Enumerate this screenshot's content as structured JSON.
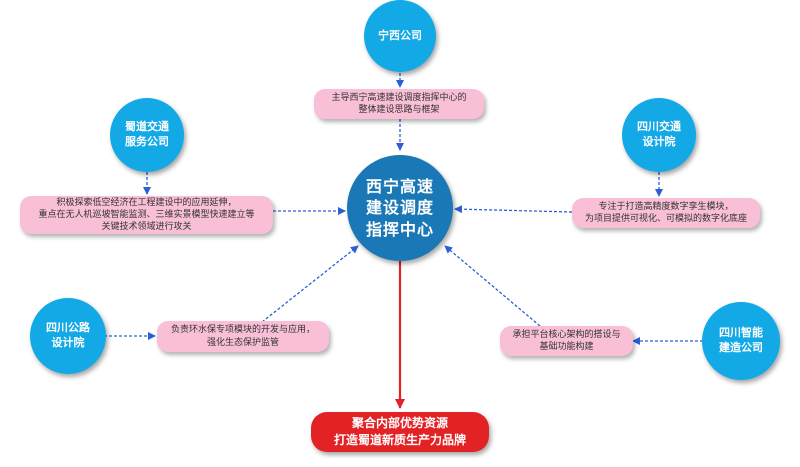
{
  "center": "西宁高速\n建设调度\n指挥中心",
  "nodes": {
    "ningxi": "宁西公司",
    "shudao": "蜀道交通\n服务公司",
    "sichuan_design": "四川交通\n设计院",
    "highway_design": "四川公路\n设计院",
    "smart_build": "四川智能\n建造公司"
  },
  "descriptions": {
    "ningxi": "主导西宁高速建设调度指挥中心的\n整体建设思路与框架",
    "shudao": "积极探索低空经济在工程建设中的应用延伸，\n重点在无人机巡坡智能监测、三维实景模型快速建立等\n关键技术领域进行攻关",
    "sichuan_design": "专注于打造高精度数字孪生模块，\n为项目提供可视化、可模拟的数字化底座",
    "highway_design": "负责环水保专项模块的开发与应用，\n强化生态保护监管",
    "smart_build": "承担平台核心架构的搭设与\n基础功能构建"
  },
  "result": "聚合内部优势资源\n打造蜀道新质生产力品牌",
  "colors": {
    "node": "#12a9e6",
    "center": "#1b78b6",
    "box": "#f8bfd6",
    "result": "#e32226",
    "arrow": "#2a5fd6"
  }
}
